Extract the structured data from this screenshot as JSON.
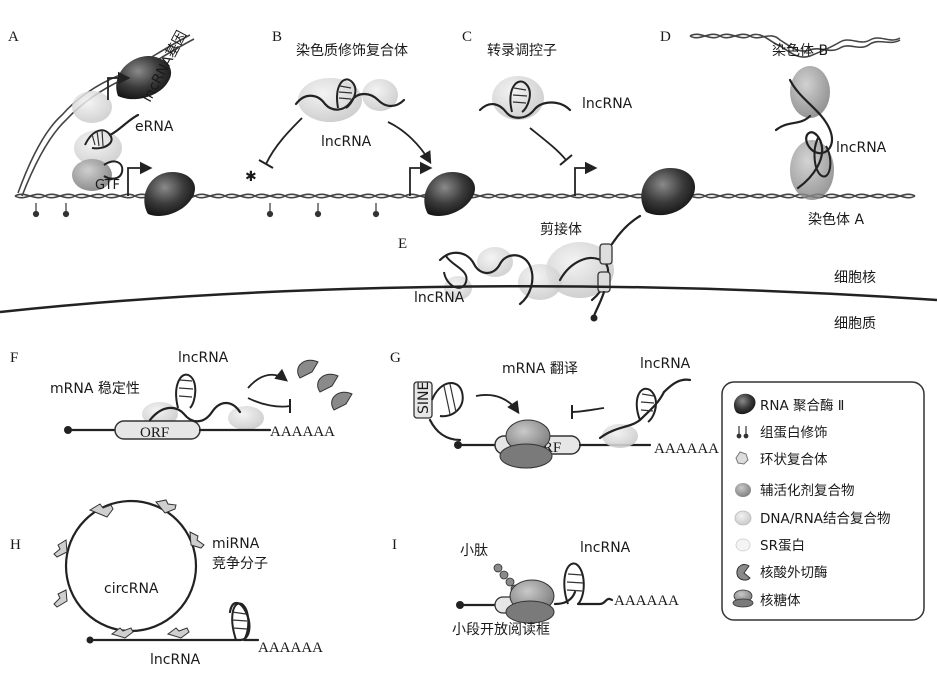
{
  "panels": {
    "A": {
      "letter": "A",
      "gene_label": "lncRNA基因",
      "erna_label": "eRNA",
      "gtf_label": "GTF"
    },
    "B": {
      "letter": "B",
      "title": "染色质修饰复合体",
      "lncrna_label": "lncRNA"
    },
    "C": {
      "letter": "C",
      "title": "转录调控子",
      "lncrna_label": "lncRNA"
    },
    "D": {
      "letter": "D",
      "chrB_label": "染色体 B",
      "lncrna_label": "lncRNA",
      "chrA_label": "染色体 A"
    },
    "E": {
      "letter": "E",
      "title": "剪接体",
      "lncrna_label": "lncRNA"
    },
    "F": {
      "letter": "F",
      "title": "mRNA 稳定性",
      "lncrna_label": "lncRNA",
      "orf_label": "ORF",
      "polya_label": "AAAAAA"
    },
    "G": {
      "letter": "G",
      "title": "mRNA 翻译",
      "lncrna_label": "lncRNA",
      "sine_label": "SINE",
      "orf_label": "ORF",
      "polya_label": "AAAAAA"
    },
    "H": {
      "letter": "H",
      "mirna_label": "miRNA",
      "competitor_label": "竞争分子",
      "circ_label": "circRNA",
      "lncrna_label": "lncRNA",
      "polya_label": "AAAAAA"
    },
    "I": {
      "letter": "I",
      "peptide_label": "小肽",
      "lncrna_label": "lncRNA",
      "polya_label": "AAAAAA",
      "sorf_label": "小段开放阅读框"
    }
  },
  "compartments": {
    "nucleus": "细胞核",
    "cytoplasm": "细胞质"
  },
  "legend": {
    "items": [
      {
        "icon": "rna-polymerase-icon",
        "label": "RNA 聚合酶 Ⅱ"
      },
      {
        "icon": "histone-modification-icon",
        "label": "组蛋白修饰"
      },
      {
        "icon": "ring-complex-icon",
        "label": "环状复合体"
      },
      {
        "icon": "coactivator-complex-icon",
        "label": "辅活化剂复合物"
      },
      {
        "icon": "dna-rna-binding-complex-icon",
        "label": "DNA/RNA结合复合物"
      },
      {
        "icon": "sr-protein-icon",
        "label": "SR蛋白"
      },
      {
        "icon": "exonuclease-icon",
        "label": "核酸外切酶"
      },
      {
        "icon": "ribosome-icon",
        "label": "核糖体"
      }
    ]
  },
  "colors": {
    "polymerase": "#2f2f2f",
    "coactivator": "#9a9a9a",
    "binding_complex": "#d9d9d9",
    "strand": "#222222"
  }
}
